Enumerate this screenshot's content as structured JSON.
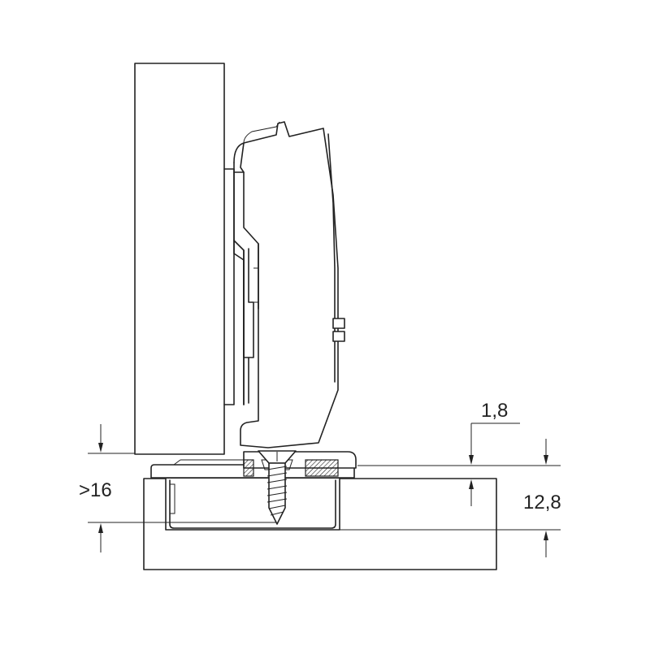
{
  "dimensions": {
    "overlay": {
      "label": ">16"
    },
    "thickness": {
      "label": "1,8"
    },
    "height": {
      "label": "12,8"
    }
  }
}
